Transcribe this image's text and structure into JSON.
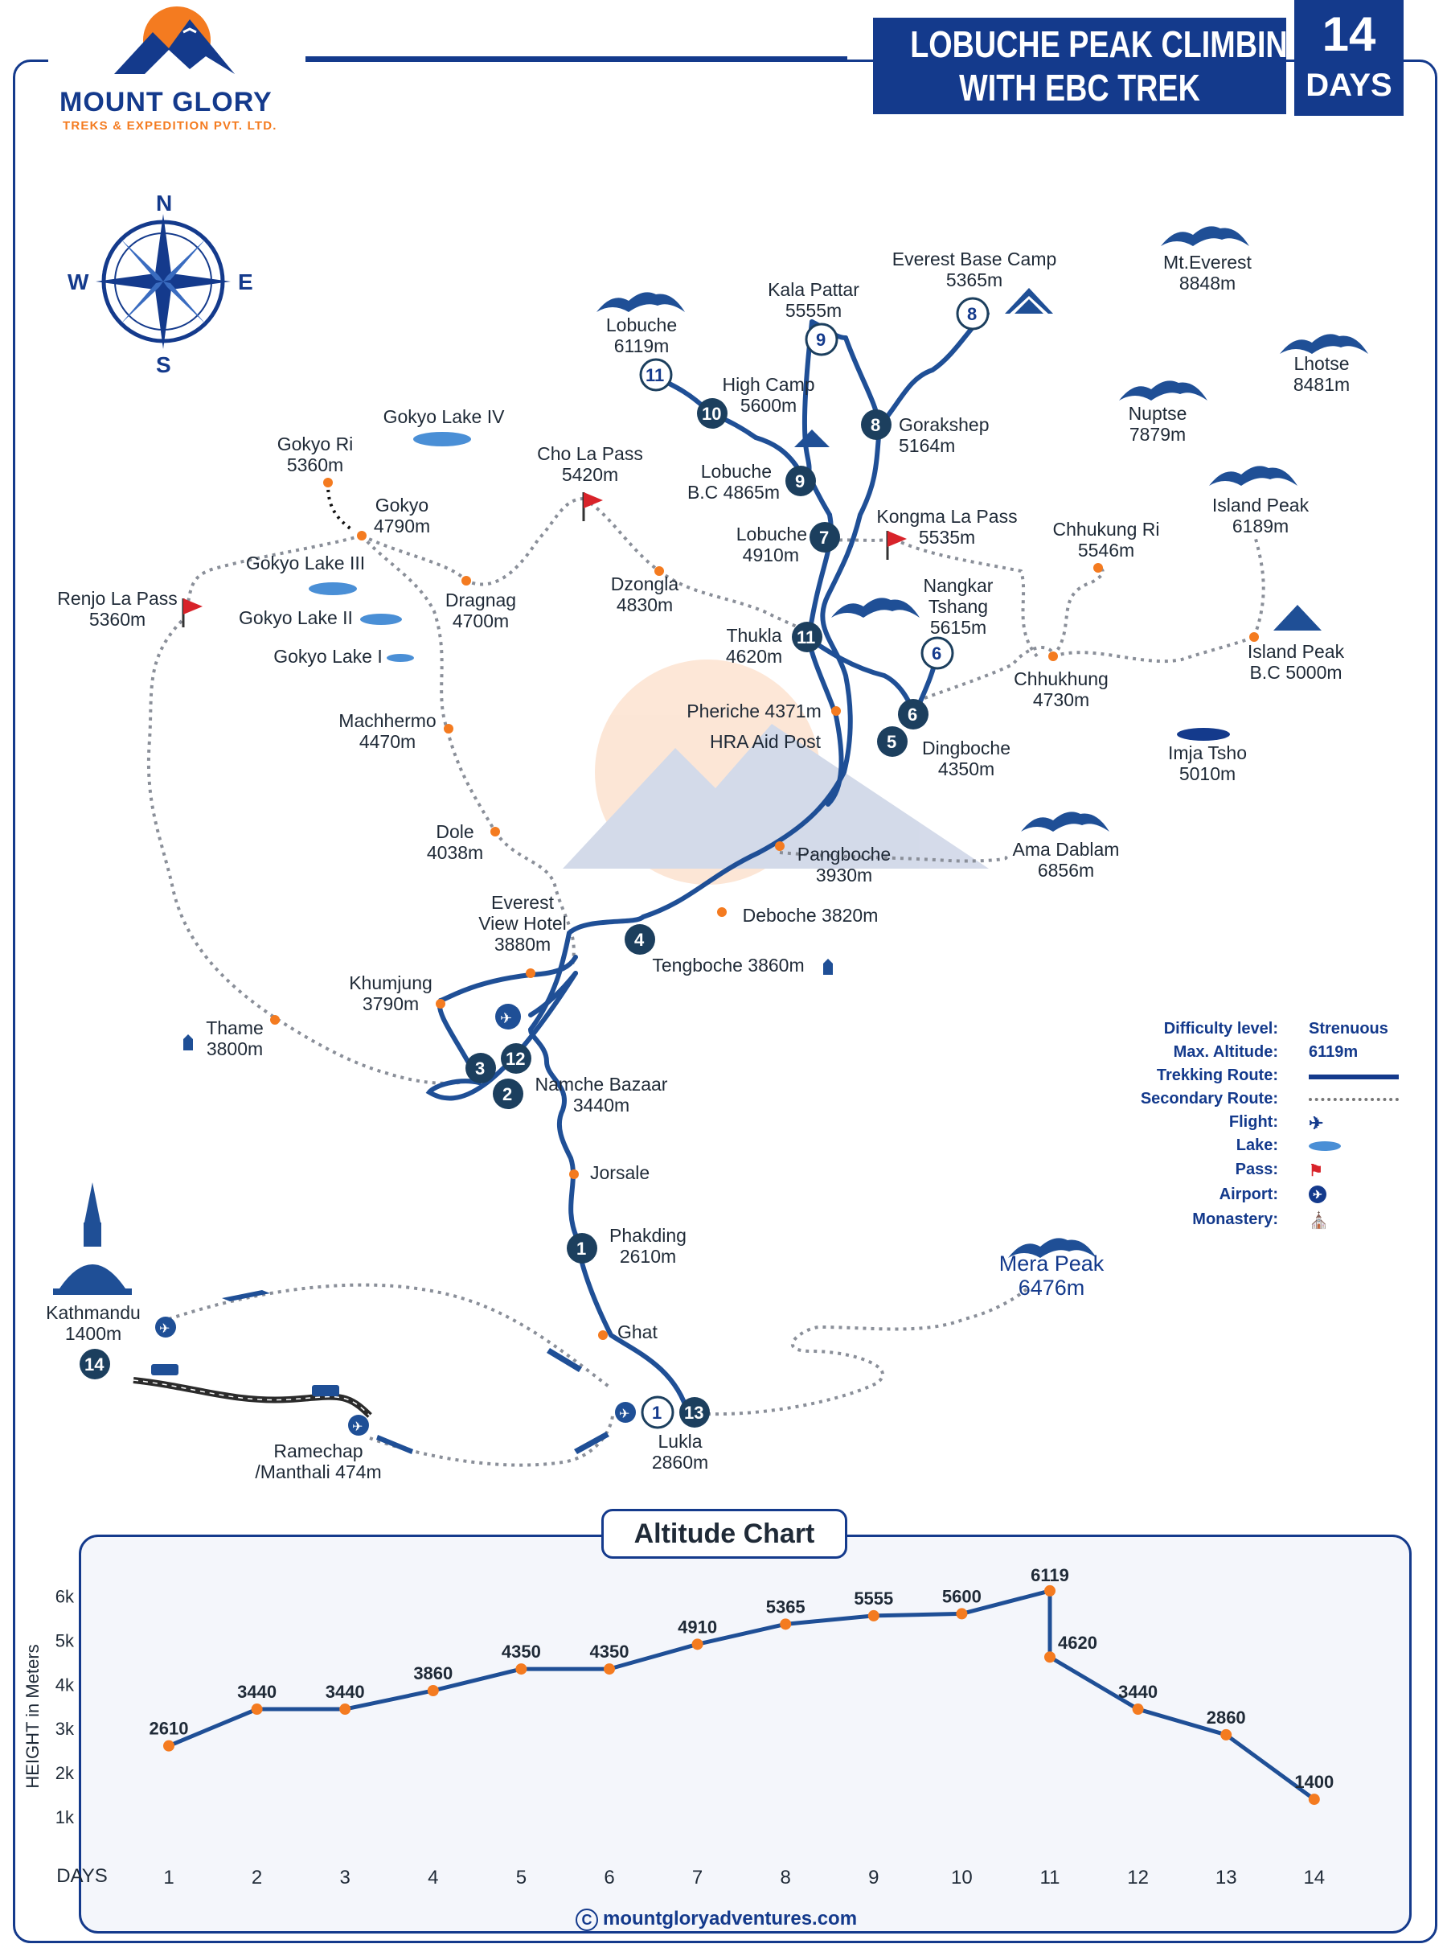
{
  "brand": {
    "name": "MOUNT GLORY",
    "subtitle": "TREKS & EXPEDITION PVT. LTD."
  },
  "title": {
    "line1": "LOBUCHE PEAK CLIMBING",
    "line2": "WITH EBC TREK",
    "days_num": "14",
    "days_label": "DAYS"
  },
  "compass": {
    "n": "N",
    "s": "S",
    "e": "E",
    "w": "W"
  },
  "places": {
    "everest_base_camp": [
      "Everest Base Camp",
      "5365m"
    ],
    "mt_everest": [
      "Mt.Everest",
      "8848m"
    ],
    "kala_pattar": [
      "Kala Pattar",
      "5555m"
    ],
    "lobuche_peak": [
      "Lobuche",
      "6119m"
    ],
    "lhotse": [
      "Lhotse",
      "8481m"
    ],
    "high_camp": [
      "High Camp",
      "5600m"
    ],
    "gokyo_lake_iv": [
      "Gokyo Lake IV"
    ],
    "gorakshep": [
      "Gorakshep",
      "5164m"
    ],
    "nuptse": [
      "Nuptse",
      "7879m"
    ],
    "gokyo_ri": [
      "Gokyo Ri",
      "5360m"
    ],
    "cho_la_pass": [
      "Cho La Pass",
      "5420m"
    ],
    "lobuche_bc": [
      "Lobuche",
      "B.C 4865m"
    ],
    "island_peak": [
      "Island Peak",
      "6189m"
    ],
    "gokyo": [
      "Gokyo",
      "4790m"
    ],
    "lobuche": [
      "Lobuche",
      "4910m"
    ],
    "kongma_la": [
      "Kongma La Pass",
      "5535m"
    ],
    "chhukung_ri": [
      "Chhukung Ri",
      "5546m"
    ],
    "gokyo_lake_iii": [
      "Gokyo Lake III"
    ],
    "renjo_la": [
      "Renjo La Pass",
      "5360m"
    ],
    "dragnag": [
      "Dragnag",
      "4700m"
    ],
    "dzongla": [
      "Dzongla",
      "4830m"
    ],
    "nangkar": [
      "Nangkar",
      "Tshang",
      "5615m"
    ],
    "gokyo_lake_ii": [
      "Gokyo Lake II"
    ],
    "thukla": [
      "Thukla",
      "4620m"
    ],
    "island_peak_bc": [
      "Island Peak",
      "B.C 5000m"
    ],
    "gokyo_lake_i": [
      "Gokyo Lake I"
    ],
    "chhukhung": [
      "Chhukhung",
      "4730m"
    ],
    "pheriche": [
      "Pheriche 4371m"
    ],
    "hra": [
      "HRA Aid Post"
    ],
    "machhermo": [
      "Machhermo",
      "4470m"
    ],
    "dingboche": [
      "Dingboche",
      "4350m"
    ],
    "imja_tsho": [
      "Imja Tsho",
      "5010m"
    ],
    "dole": [
      "Dole",
      "4038m"
    ],
    "pangboche": [
      "Pangboche",
      "3930m"
    ],
    "ama_dablam": [
      "Ama Dablam",
      "6856m"
    ],
    "everest_view": [
      "Everest",
      "View Hotel",
      "3880m"
    ],
    "deboche": [
      "Deboche 3820m"
    ],
    "tengboche": [
      "Tengboche 3860m"
    ],
    "khumjung": [
      "Khumjung",
      "3790m"
    ],
    "thame": [
      "Thame",
      "3800m"
    ],
    "namche": [
      "Namche Bazaar",
      "3440m"
    ],
    "jorsale": [
      "Jorsale"
    ],
    "phakding": [
      "Phakding",
      "2610m"
    ],
    "mera_peak": [
      "Mera Peak",
      "6476m"
    ],
    "kathmandu": [
      "Kathmandu",
      "1400m"
    ],
    "ghat": [
      "Ghat"
    ],
    "ramechap": [
      "Ramechap",
      "/Manthali 474m"
    ],
    "lukla": [
      "Lukla",
      "2860m"
    ]
  },
  "day_markers": [
    "1",
    "2",
    "3",
    "4",
    "5",
    "6",
    "6",
    "7",
    "8",
    "8",
    "9",
    "9",
    "10",
    "11",
    "11",
    "12",
    "13",
    "14",
    "1"
  ],
  "legend": {
    "difficulty_key": "Difficulty level:",
    "difficulty_val": "Strenuous",
    "max_alt_key": "Max. Altitude:",
    "max_alt_val": "6119m",
    "trekking": "Trekking Route:",
    "secondary": "Secondary Route:",
    "flight": "Flight:",
    "lake": "Lake:",
    "pass": "Pass:",
    "airport": "Airport:",
    "monastery": "Monastery:"
  },
  "colors": {
    "brand_blue": "#143a8c",
    "route_blue": "#1f4f96",
    "accent_orange": "#f47b20",
    "pass_red": "#d8232a",
    "lake_blue": "#4a8fd6"
  },
  "chart_data": {
    "type": "line",
    "title": "Altitude Chart",
    "xlabel": "DAYS",
    "ylabel": "HEIGHT in Meters",
    "x": [
      1,
      2,
      3,
      4,
      5,
      6,
      7,
      8,
      9,
      10,
      11,
      11,
      12,
      13,
      14
    ],
    "values": [
      2610,
      3440,
      3440,
      3860,
      4350,
      4350,
      4910,
      5365,
      5555,
      5600,
      6119,
      4620,
      3440,
      2860,
      1400
    ],
    "labels": [
      "2610",
      "3440",
      "3440",
      "3860",
      "4350",
      "4350",
      "4910",
      "5365",
      "5555",
      "5600",
      "6119",
      "4620",
      "3440",
      "2860",
      "1400"
    ],
    "x_ticks": [
      "1",
      "2",
      "3",
      "4",
      "5",
      "6",
      "7",
      "8",
      "9",
      "10",
      "11",
      "12",
      "13",
      "14"
    ],
    "y_ticks": [
      "1k",
      "2k",
      "3k",
      "4k",
      "5k",
      "6k"
    ],
    "ylim": [
      0,
      6700
    ],
    "grid": false
  },
  "footer": {
    "url": "mountgloryadventures.com",
    "copyright": "C"
  }
}
